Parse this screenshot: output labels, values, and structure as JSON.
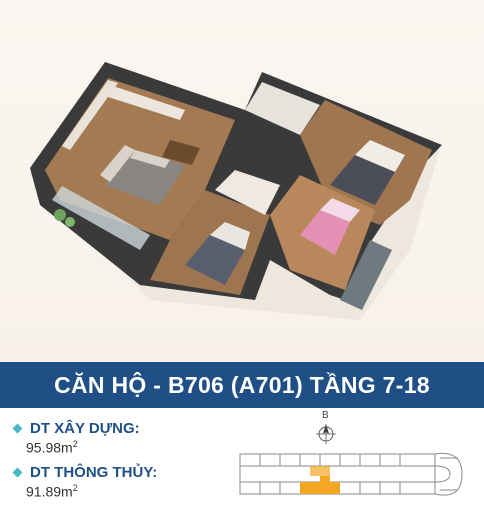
{
  "banner": {
    "title": "CĂN HỘ - B706 (A701) TẦNG 7-18"
  },
  "areas": [
    {
      "label": "DT XÂY DỰNG:",
      "value": "95.98m",
      "unit_sup": "2"
    },
    {
      "label": "DT THÔNG THỦY:",
      "value": "91.89m",
      "unit_sup": "2"
    }
  ],
  "keyplan": {
    "north_label": "B"
  },
  "colors": {
    "banner": "#1f4f85",
    "label": "#1f4f85",
    "bullet": "#46b7c6",
    "highlight_unit": "#f5a623"
  }
}
